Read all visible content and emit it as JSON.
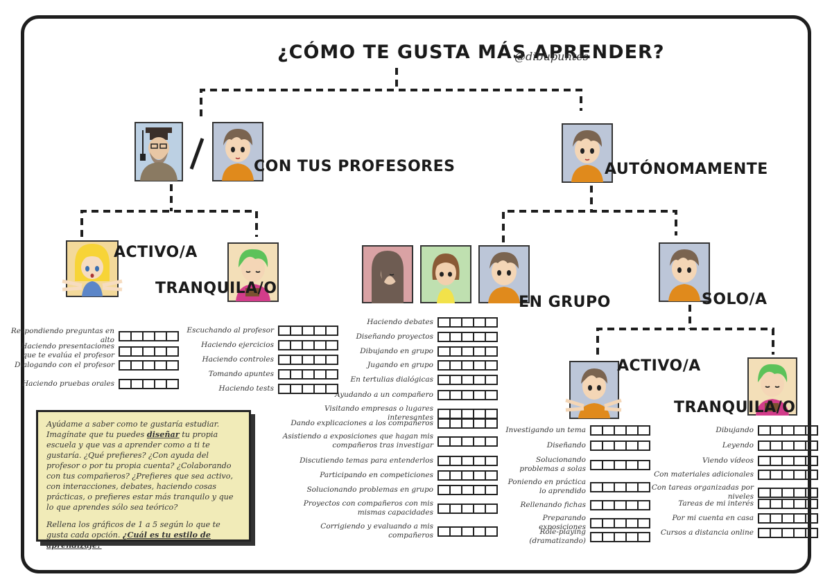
{
  "title": "¿CÓMO TE GUSTA MÁS APRENDER?",
  "handle": "@dibupuntes",
  "branches": {
    "teachers": "CON TUS PROFESORES",
    "autonomous": "AUTÓNOMAMENTE",
    "active": "ACTIVO/A",
    "calm": "TRANQUILA/O",
    "group": "EN GRUPO",
    "solo": "SOLO/A",
    "solo_active": "ACTIVO/A",
    "solo_calm": "TRANQUILA/O"
  },
  "lists": {
    "active": [
      "Respondiendo preguntas en alto",
      "Haciendo presentaciones que te evalúa el profesor",
      "Dialogando con el profesor",
      "Haciendo pruebas orales"
    ],
    "calm": [
      "Escuchando al profesor",
      "Haciendo ejercicios",
      "Haciendo controles",
      "Tomando apuntes",
      "Haciendo tests"
    ],
    "group": [
      "Haciendo debates",
      "Diseñando proyectos",
      "Dibujando en grupo",
      "Jugando en grupo",
      "En tertulias dialógicas",
      "Ayudando a un compañero",
      "Visitando empresas o lugares interesantes",
      "Dando explicaciones a los compañeros",
      "Asistiendo a exposiciones que hagan mis compañeros tras investigar",
      "Discutiendo temas para entenderlos",
      "Participando en competiciones",
      "Solucionando problemas en grupo",
      "Proyectos con compañeros con mis mismas capacidades",
      "Corrigiendo y evaluando a mis compañeros"
    ],
    "solo_active": [
      "Investigando un tema",
      "Diseñando",
      "Solucionando problemas a solas",
      "Poniendo en práctica lo aprendido",
      "Rellenando fichas",
      "Preparando exposiciones",
      "Role-playing (dramatizando)"
    ],
    "solo_calm": [
      "Dibujando",
      "Leyendo",
      "Viendo vídeos",
      "Con materiales adicionales",
      "Con tareas organizadas por niveles",
      "Tareas de mi interés",
      "Por mi cuenta en casa",
      "Cursos a distancia online"
    ]
  },
  "note": {
    "p1_a": "Ayúdame a saber como te gustaría estudiar. Imagínate que tu puedes ",
    "p1_bold": "diseñar",
    "p1_b": " tu propia escuela y que vas a aprender como a ti te gustaría. ¿Qué prefieres? ¿Con ayuda del profesor o por tu propia cuenta? ¿Colaborando con tus compañeros? ¿Prefieres que sea activo, con interacciones, debates, haciendo cosas prácticas, o prefieres estar más tranquilo y que lo que aprendes sólo sea teórico?",
    "p2_a": "Rellena los gráficos de 1 a 5 según lo que te gusta cada opción. ",
    "p2_bold": "¿Cuál es tu estilo de aprendizaje?"
  },
  "colors": {
    "ink": "#1e1e1e",
    "note_bg": "#f1ebb8",
    "orange_shirt": "#e08a1c",
    "pink_shirt": "#d23c8a",
    "green_hair": "#5cc25a",
    "blonde_hair": "#f7d437"
  }
}
